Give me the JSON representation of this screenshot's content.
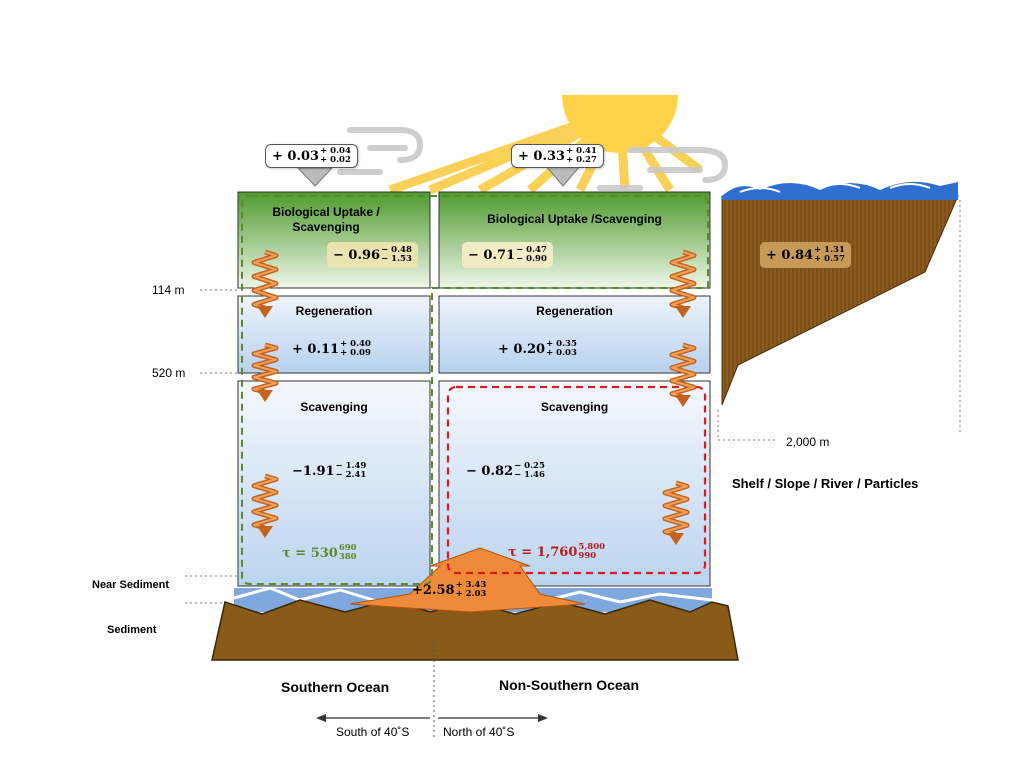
{
  "depths": {
    "d1": "114 m",
    "d2": "520 m",
    "d3": "2,000 m"
  },
  "layers": {
    "near_sediment": "Near Sediment",
    "sediment": "Sediment"
  },
  "regions": {
    "south": "Southern Ocean",
    "north": "Non-Southern Ocean",
    "south_dir": "South of 40˚S",
    "north_dir": "North of 40˚S"
  },
  "shelf_label": "Shelf / Slope / River / Particles",
  "south": {
    "bio_title_1": "Biological Uptake /",
    "bio_title_2": "Scavenging",
    "bio_flux": {
      "v": "− 0.96",
      "up": "− 0.48",
      "dn": "− 1.53"
    },
    "regen_title": "Regeneration",
    "regen_flux": {
      "v": "+ 0.11",
      "up": "+ 0.40",
      "dn": "+ 0.09"
    },
    "scav_title": "Scavenging",
    "scav_flux": {
      "v": "−1.91",
      "up": "− 1.49",
      "dn": "− 2.41"
    },
    "tau": {
      "v": "τ = 530",
      "up": "690",
      "dn": "380"
    },
    "atm": {
      "v": "+ 0.03",
      "up": "+ 0.04",
      "dn": "+ 0.02"
    }
  },
  "north": {
    "bio_title": "Biological Uptake /Scavenging",
    "bio_flux": {
      "v": "− 0.71",
      "up": "− 0.47",
      "dn": "− 0.90"
    },
    "regen_title": "Regeneration",
    "regen_flux": {
      "v": "+ 0.20",
      "up": "+ 0.35",
      "dn": "+ 0.03"
    },
    "scav_title": "Scavenging",
    "scav_flux": {
      "v": "− 0.82",
      "up": "− 0.25",
      "dn": "− 1.46"
    },
    "tau": {
      "v": "τ = 1,760",
      "up": "5,800",
      "dn": "990"
    },
    "atm": {
      "v": "+ 0.33",
      "up": "+ 0.41",
      "dn": "+ 0.27"
    }
  },
  "shelf_flux": {
    "v": "+ 0.84",
    "up": "+ 1.31",
    "dn": "+ 0.57"
  },
  "sediment_flux": {
    "v": "+2.58",
    "up": "+ 3.43",
    "dn": "+ 2.03"
  },
  "colors": {
    "green": "#5a8a2a",
    "red": "#e0191e",
    "orange": "#e87a2c",
    "brown": "#7a4a14",
    "blue": "#3a75c4"
  }
}
